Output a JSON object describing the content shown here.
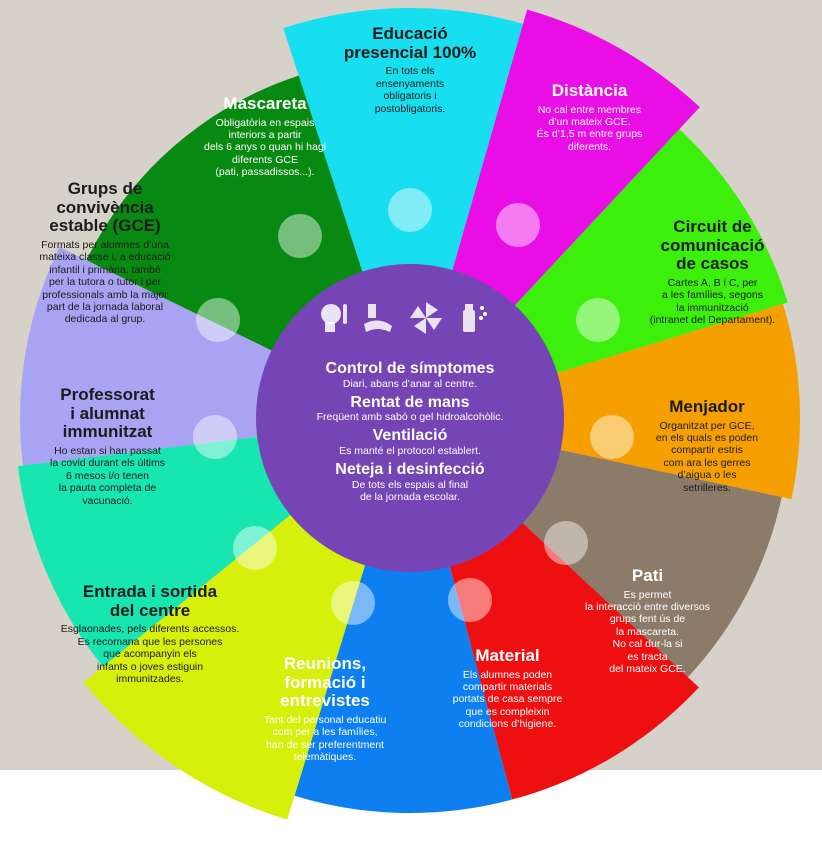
{
  "segments": [
    {
      "id": "educacio",
      "title": "Educació\npresencial 100%",
      "body": "En tots els\nensenyaments\nobligatoris i\npostobligatoris.",
      "color": "#17dff0",
      "icon": "classroom-icon"
    },
    {
      "id": "distancia",
      "title": "Distància",
      "body": "No cal entre membres\nd’un mateix GCE.\nÉs d’1,5 m entre grups\ndiferents.",
      "color": "#ea0ee6",
      "icon": "two-people-icon"
    },
    {
      "id": "circuit",
      "title": "Circuit de\ncomunicació\nde casos",
      "body": "Cartes A, B i C, per\na les famílies, segons\nla immunització\n(intranet del Departament).",
      "color": "#3cf00c",
      "icon": "phone-message-icon"
    },
    {
      "id": "menjador",
      "title": "Menjador",
      "body": "Organitzat per GCE,\nen els quals es poden\ncompartir estris\ncom ara les gerres\nd’aigua o les\nsetrilleres.",
      "color": "#f5a000",
      "icon": "plate-cutlery-icon"
    },
    {
      "id": "pati",
      "title": "Pati",
      "body": "Es permet\nla interacció entre diversos\ngrups fent ús de\nla mascareta.\nNo cal dur-la si\nes tracta\ndel mateix GCE.",
      "color": "#8d7b69",
      "icon": "virus-arrows-icon"
    },
    {
      "id": "material",
      "title": "Material",
      "body": "Els alumnes poden\ncompartir materials\nportats de casa sempre\nque es compleixin\ncondicions d’higiene.",
      "color": "#ee1010",
      "icon": "school-materials-icon"
    },
    {
      "id": "reunions",
      "title": "Reunions,\nformació i\nentrevistes",
      "body": "Tant del personal educatiu\ncom per a les famílies,\nhan de ser preferentment\ntelemàtiques.",
      "color": "#0e7ff0",
      "icon": "video-meeting-icon"
    },
    {
      "id": "entrada",
      "title": "Entrada i sortida\ndel centre",
      "body": "Esglaonades, pels diferents accessos.\nEs recomana que les persones\nque acompanyin els\ninfants o joves estiguin\nimmunitzades.",
      "color": "#d6f00c",
      "icon": "running-people-icon"
    },
    {
      "id": "professorat",
      "title": "Professorat\ni alumnat\nimmunitzat",
      "body": "Ho estan si han passat\nla covid durant els últims\n6 mesos i/o tenen\nla pauta completa de\nvacunació.",
      "color": "#17e6b1",
      "icon": "crossed-virus-icon"
    },
    {
      "id": "grups",
      "title": "Grups de\nconvivència\nestable (GCE)",
      "body": "Formats per alumnes d’una\nmateixa classe i, a educació\ninfantil i primària, també\nper la tutora o tutor i per\nprofessionals amb la major\npart de la jornada laboral\ndedicada al grup.",
      "color": "#a9a3f3",
      "icon": "group-icon"
    },
    {
      "id": "mascareta",
      "title": "Mascareta",
      "body": "Obligatòria en espais\ninteriors a partir\ndels 6 anys o quan hi hagi\ndiferents GCE\n(pati, passadissos...).",
      "color": "#088a12",
      "icon": "face-mask-icon"
    }
  ],
  "center": {
    "color": "#7545b6",
    "items": [
      {
        "title": "Control de símptomes",
        "body": "Diari, abans d’anar al centre."
      },
      {
        "title": "Rentat de mans",
        "body": "Freqüent amb sabó o gel hidroalcohòlic."
      },
      {
        "title": "Ventilació",
        "body": "Es manté el protocol establert."
      },
      {
        "title": "Neteja i desinfecció",
        "body": "De tots els espais al final\nde la jornada escolar."
      }
    ],
    "icons": [
      "head-temperature-icon",
      "hand-wash-icon",
      "pinwheel-icon",
      "spray-icon"
    ]
  }
}
